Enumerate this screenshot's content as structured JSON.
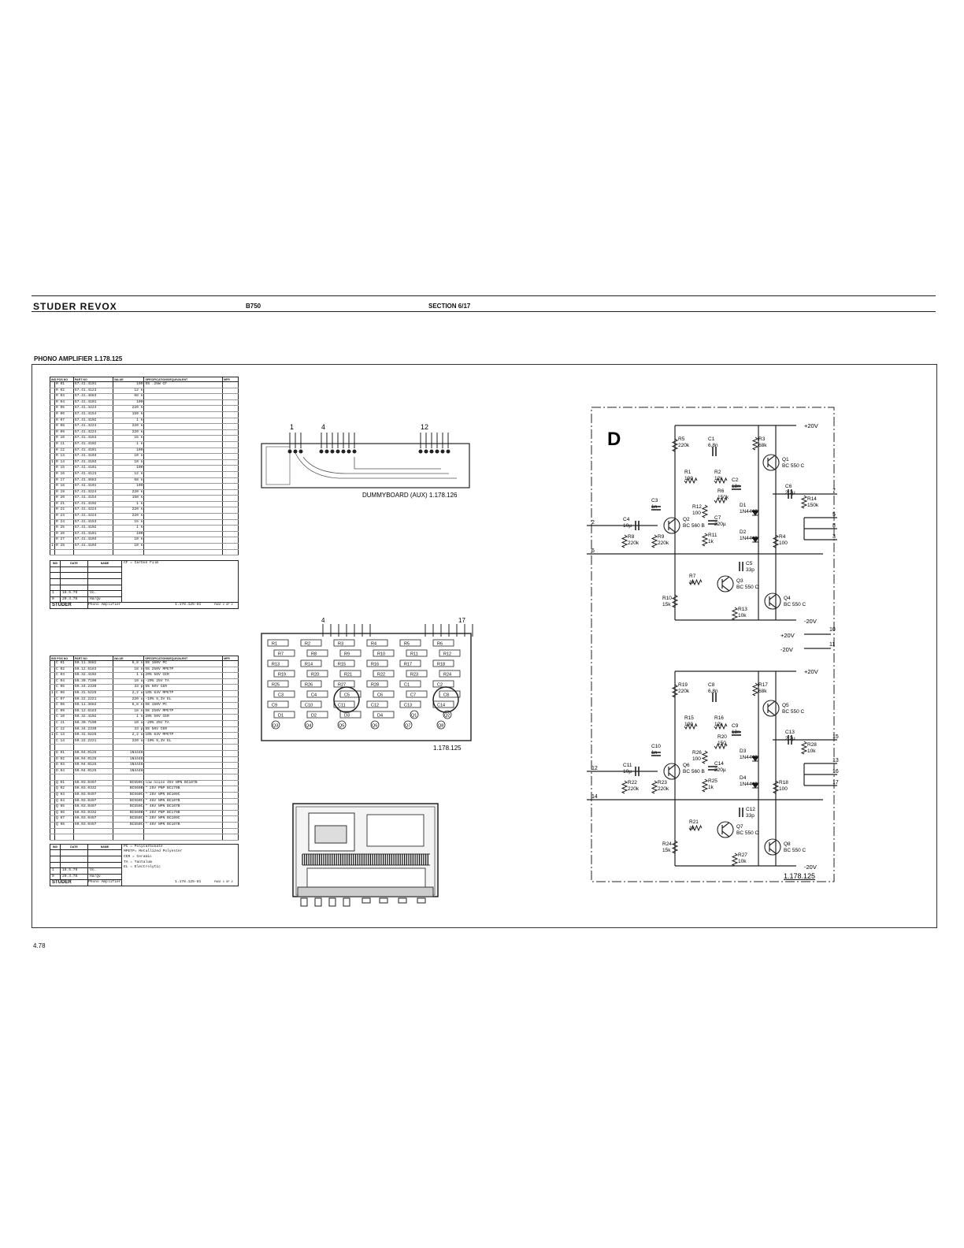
{
  "header": {
    "brand": "STUDER REVOX",
    "model": "B750",
    "section": "SECTION 6/17"
  },
  "section_title": "PHONO AMPLIFIER 1.178.125",
  "page_number": "4.78",
  "parts_list_1": {
    "columns": [
      "IND POS NO",
      "PART NO",
      "VALUE",
      "SPECIFICATIONS/EQUIVALENT",
      "MFR"
    ],
    "rows": [
      [
        "",
        "R 01",
        "57.41.4101",
        "100",
        "5%  .25W      CF"
      ],
      [
        "",
        "R 02",
        "57.41.4123",
        "12 k",
        ""
      ],
      [
        "",
        "R 03",
        "57.41.4683",
        "68 k",
        ""
      ],
      [
        "",
        "R 04",
        "57.41.4101",
        "100",
        ""
      ],
      [
        "",
        "R 05",
        "57.41.4224",
        "220 k",
        ""
      ],
      [
        "",
        "R 06",
        "57.41.4154",
        "150 k",
        ""
      ],
      [
        "",
        "R 07",
        "57.41.4102",
        "1 k",
        ""
      ],
      [
        "",
        "R 08",
        "57.41.4224",
        "220 k",
        ""
      ],
      [
        "",
        "R 09",
        "57.41.4224",
        "220 k",
        ""
      ],
      [
        "",
        "R 10",
        "57.41.4153",
        "15 k",
        ""
      ],
      [
        "",
        "R 11",
        "57.41.4102",
        "1 k",
        ""
      ],
      [
        "",
        "R 12",
        "57.41.4101",
        "100",
        ""
      ],
      [
        "",
        "R 13",
        "57.41.4103",
        "10 k",
        ""
      ],
      [
        "1",
        "R 14",
        "57.41.4103",
        "10 k",
        ""
      ],
      [
        "",
        "R 15",
        "57.41.4101",
        "100",
        ""
      ],
      [
        "",
        "R 16",
        "57.41.4123",
        "12 k",
        ""
      ],
      [
        "",
        "R 17",
        "57.41.4683",
        "68 k",
        ""
      ],
      [
        "",
        "R 18",
        "57.41.4101",
        "100",
        ""
      ],
      [
        "",
        "R 19",
        "57.41.4224",
        "220 k",
        ""
      ],
      [
        "",
        "R 20",
        "57.41.4154",
        "150 k",
        ""
      ],
      [
        "",
        "R 21",
        "57.41.4102",
        "1 k",
        ""
      ],
      [
        "",
        "R 22",
        "57.41.4224",
        "220 k",
        ""
      ],
      [
        "",
        "R 23",
        "57.41.4224",
        "220 k",
        ""
      ],
      [
        "",
        "R 24",
        "57.41.4153",
        "15 k",
        ""
      ],
      [
        "",
        "R 25",
        "57.41.4102",
        "1 k",
        ""
      ],
      [
        "",
        "R 26",
        "57.41.4101",
        "100",
        ""
      ],
      [
        "",
        "R 27",
        "57.41.4103",
        "10 k",
        ""
      ],
      [
        "1",
        "R 28",
        "57.41.4103",
        "10 k",
        ""
      ]
    ],
    "revision_header": [
      "IND",
      "DATE",
      "NAME"
    ],
    "revisions": [
      [
        "1",
        "18.5.79",
        "Vo."
      ],
      [
        "0",
        "20.4.78",
        "Ha/gv"
      ]
    ],
    "notes": "CF = Carbon Film",
    "footer_brand": "STUDER",
    "footer_title": "Phono Amplifier",
    "footer_doc": "1.178.125-81",
    "footer_page": "PAGE 2 OF 2"
  },
  "parts_list_2": {
    "columns": [
      "IND POS NO",
      "PART NO",
      "VALUE",
      "SPECIFICATIONS/EQUIVALENT",
      "MFR"
    ],
    "rows": [
      [
        "",
        "C 01",
        "59.11.3682",
        "6,8 n",
        "5%   160V    PC"
      ],
      [
        "",
        "C 02",
        "59.12.6183",
        "18 n",
        "5%   250V    MPETP"
      ],
      [
        "",
        "C 03",
        "59.32.4102",
        "1 n",
        "20%   50V    CER"
      ],
      [
        "",
        "C 04",
        "59.30.7100",
        "10 u",
        "-20%  25V    TA"
      ],
      [
        "",
        "C 05",
        "59.34.2330",
        "33 p",
        "5%   50V    CER"
      ],
      [
        "1",
        "C 06",
        "59.31.5225",
        "2,2 u",
        "10%   63V    MPETP"
      ],
      [
        "",
        "C 07",
        "59.22.2221",
        "220 u",
        "-10%  6,3V   EL"
      ],
      [
        "",
        "C 08",
        "59.11.3682",
        "6,8 n",
        "5%   160V    PC"
      ],
      [
        "",
        "C 09",
        "59.12.6183",
        "18 n",
        "5%   250V    MPETP"
      ],
      [
        "",
        "C 10",
        "59.32.4102",
        "1 n",
        "20%   50V    CER"
      ],
      [
        "",
        "C 11",
        "59.30.7100",
        "10 u",
        "-20%  25V    TA"
      ],
      [
        "",
        "C 12",
        "59.34.2330",
        "33 p",
        "5%   50V    CER"
      ],
      [
        "1",
        "C 13",
        "59.31.5225",
        "2,2 u",
        "10%   63V    MPETP"
      ],
      [
        "",
        "C 14",
        "59.22.2221",
        "220 u",
        "-10%  6,3V   EL"
      ],
      [
        "",
        "",
        "",
        "",
        ""
      ],
      [
        "",
        "D 01",
        "50.04.0125",
        "1N4448",
        ""
      ],
      [
        "",
        "D 02",
        "50.04.0125",
        "1N4448",
        ""
      ],
      [
        "",
        "D 03",
        "50.04.0125",
        "1N4448",
        ""
      ],
      [
        "",
        "D 04",
        "50.04.0125",
        "1N4448",
        ""
      ],
      [
        "",
        "",
        "",
        "",
        ""
      ],
      [
        "",
        "Q 01",
        "50.03.0497",
        "BC550C",
        "low noise 45V  NPN  BC107B"
      ],
      [
        "",
        "Q 02",
        "50.03.0332",
        "BC560B",
        "\"   25V  PNP  BC179B"
      ],
      [
        "",
        "Q 03",
        "50.03.0497",
        "BC550C",
        "\"   25V  NPN  BC109C"
      ],
      [
        "",
        "Q 04",
        "50.03.0497",
        "BC550C",
        "\"   45V  NPN  BC107B"
      ],
      [
        "",
        "Q 05",
        "50.03.0497",
        "BC550C",
        "\"   45V  NPN  BC107B"
      ],
      [
        "",
        "Q 06",
        "50.03.0332",
        "BC560B",
        "\"   25V  PNP  BC179B"
      ],
      [
        "",
        "Q 07",
        "50.03.0497",
        "BC550C",
        "\"   25V  NPN  BC109C"
      ],
      [
        "",
        "Q 08",
        "50.03.0497",
        "BC550C",
        "\"   45V  NPN  BC107B"
      ]
    ],
    "revision_header": [
      "IND",
      "DATE",
      "NAME"
    ],
    "revisions": [
      [
        "1",
        "18.5.79",
        "Vo."
      ],
      [
        "0",
        "20.4.78",
        "Ha/gv"
      ]
    ],
    "notes": [
      "PC  = Polycarbonate",
      "MPETP= Metallized Polyester",
      "CER  = Ceramic",
      "TA   = Tantalum",
      "EL   = Electrolytic"
    ],
    "footer_brand": "STUDER",
    "footer_title": "Phono Amplifier",
    "footer_doc": "1.178.125-81",
    "footer_page": "PAGE 1 OF 2"
  },
  "dummyboard": {
    "caption": "DUMMYBOARD (AUX) 1.178.126",
    "pin_labels": [
      "1",
      "4",
      "12"
    ]
  },
  "pcb": {
    "caption": "1.178.125",
    "pin_labels": [
      "4",
      "17"
    ],
    "parts": [
      "R1",
      "R2",
      "R3",
      "R4",
      "R5",
      "R6",
      "R7",
      "R8",
      "R9",
      "R10",
      "R11",
      "R12",
      "R13",
      "R14",
      "R15",
      "R16",
      "R17",
      "R18",
      "R19",
      "R20",
      "R21",
      "R22",
      "R23",
      "R24",
      "R25",
      "R26",
      "R27",
      "R28",
      "C1",
      "C2",
      "C3",
      "C4",
      "C5",
      "C6",
      "C7",
      "C8",
      "C9",
      "C10",
      "C11",
      "C12",
      "C13",
      "C14",
      "D1",
      "D2",
      "D3",
      "D4",
      "Q1",
      "Q2",
      "Q3",
      "Q4",
      "Q5",
      "Q6",
      "Q7",
      "Q8"
    ]
  },
  "schematic": {
    "board_letter": "D",
    "board_number": "1.178.125",
    "rails": [
      "+20V",
      "-20V"
    ],
    "pins": [
      "7",
      "5",
      "8",
      "3",
      "2",
      "6",
      "10",
      "11",
      "15",
      "13",
      "16",
      "17",
      "12",
      "14"
    ],
    "channel_1": {
      "labels": {
        "R5": [
          "R5",
          "220k"
        ],
        "C1": [
          "C1",
          "6,8n"
        ],
        "R3": [
          "R3",
          "68k"
        ],
        "Q1": [
          "Q1",
          "BC 550 C"
        ],
        "R1": [
          "R1",
          "100"
        ],
        "R2": [
          "R2",
          "12k"
        ],
        "C2": [
          "C2",
          "18n"
        ],
        "R6": [
          "R6",
          "150k"
        ],
        "C6": [
          "C6",
          "2,2µ"
        ],
        "R14": [
          "R14",
          "150k"
        ],
        "C3": [
          "C3",
          "1n"
        ],
        "R12": [
          "R12",
          "100"
        ],
        "C7": [
          "C7",
          "220µ"
        ],
        "D1": [
          "D1",
          "1N4448"
        ],
        "C4": [
          "C4",
          "10µ"
        ],
        "Q2": [
          "Q2",
          "BC 560 B"
        ],
        "R8": [
          "R8",
          "220k"
        ],
        "R9": [
          "R9",
          "220k"
        ],
        "R11": [
          "R11",
          "1k"
        ],
        "D2": [
          "D2",
          "1N4448"
        ],
        "R4": [
          "R4",
          "100"
        ],
        "C5": [
          "C5",
          "33p"
        ],
        "R7": [
          "R7",
          "1k"
        ],
        "Q3": [
          "Q3",
          "BC 550 C"
        ],
        "R10": [
          "R10",
          "15k"
        ],
        "Q4": [
          "Q4",
          "BC 550 C"
        ],
        "R13": [
          "R13",
          "10k"
        ]
      }
    },
    "channel_2": {
      "labels": {
        "R19": [
          "R19",
          "220k"
        ],
        "C8": [
          "C8",
          "6,8n"
        ],
        "R17": [
          "R17",
          "68k"
        ],
        "Q5": [
          "Q5",
          "BC 550 C"
        ],
        "R15": [
          "R15",
          "100"
        ],
        "R16": [
          "R16",
          "12k"
        ],
        "C9": [
          "C9",
          "18n"
        ],
        "R20": [
          "R20",
          "150"
        ],
        "C13": [
          "C13",
          "2,2µ"
        ],
        "R28": [
          "R28",
          "10k"
        ],
        "C10": [
          "C10",
          "1n"
        ],
        "R26": [
          "R26",
          "100"
        ],
        "C14": [
          "C14",
          "220µ"
        ],
        "D3": [
          "D3",
          "1N4448"
        ],
        "C11": [
          "C11",
          "10µ"
        ],
        "Q6": [
          "Q6",
          "BC 560 B"
        ],
        "R22": [
          "R22",
          "220k"
        ],
        "R23": [
          "R23",
          "220k"
        ],
        "R25": [
          "R25",
          "1k"
        ],
        "D4": [
          "D4",
          "1N4448"
        ],
        "R18": [
          "R18",
          "100"
        ],
        "C12": [
          "C12",
          "33p"
        ],
        "R21": [
          "R21",
          "1k"
        ],
        "Q7": [
          "Q7",
          "BC 550 C"
        ],
        "R24": [
          "R24",
          "15k"
        ],
        "Q8": [
          "Q8",
          "BC 550 C"
        ],
        "R27": [
          "R27",
          "10k"
        ]
      }
    }
  }
}
